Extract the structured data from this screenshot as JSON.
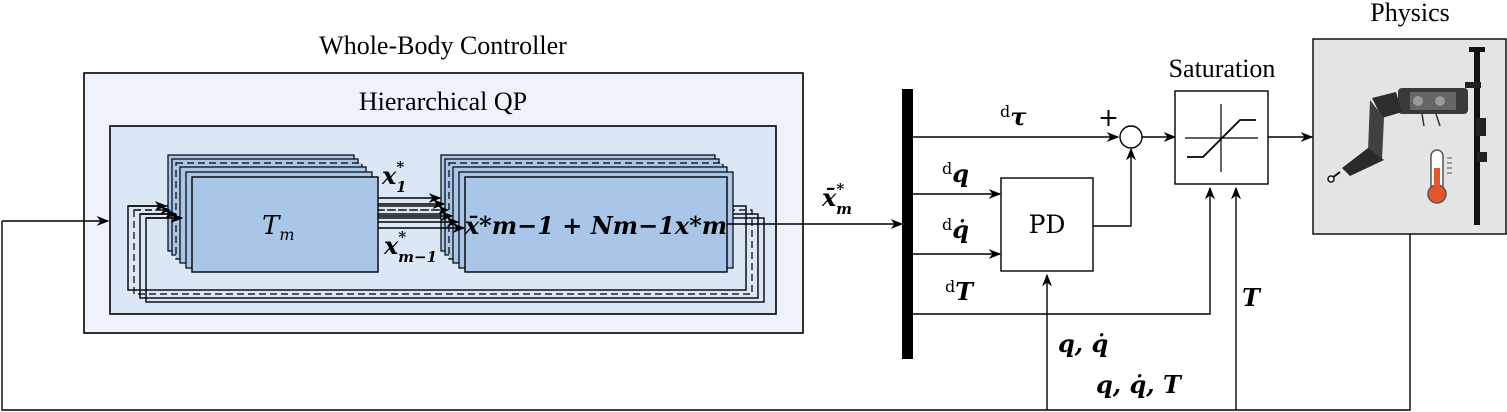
{
  "wbc": {
    "title": "Whole-Body Controller",
    "hqp_title": "Hierarchical QP",
    "task_label": "T",
    "task_sub": "m",
    "x1_label": "x",
    "x1_sup": "*",
    "x1_sub": "1",
    "xm1_label": "x",
    "xm1_sup": "*",
    "xm1_sub": "m−1",
    "update_label": "x̄*m−1 + Nm−1x*m"
  },
  "signals": {
    "xbar_out": "x̄",
    "xbar_sup": "*",
    "xbar_sub": "m",
    "d_tau": "τ",
    "d_q": "q",
    "d_qdot": "q̇",
    "d_T": "T",
    "d_prefix": "d",
    "plus": "+",
    "q_qdot": "q, q̇",
    "T_fb": "T",
    "q_qdot_T": "q,  q̇,  T"
  },
  "blocks": {
    "pd": "PD",
    "saturation": "Saturation",
    "physics": "Physics"
  },
  "colors": {
    "outer_fill": "#eef3fb",
    "inner_fill": "#dbe7f4",
    "block_fill": "#a9c6e8",
    "physics_bg": "#e4e4e4",
    "thermo_red": "#e8552b"
  },
  "icons": {
    "robot": "robot-arm-image",
    "thermometer": "thermometer-icon",
    "saturation": "saturation-curve-icon"
  }
}
